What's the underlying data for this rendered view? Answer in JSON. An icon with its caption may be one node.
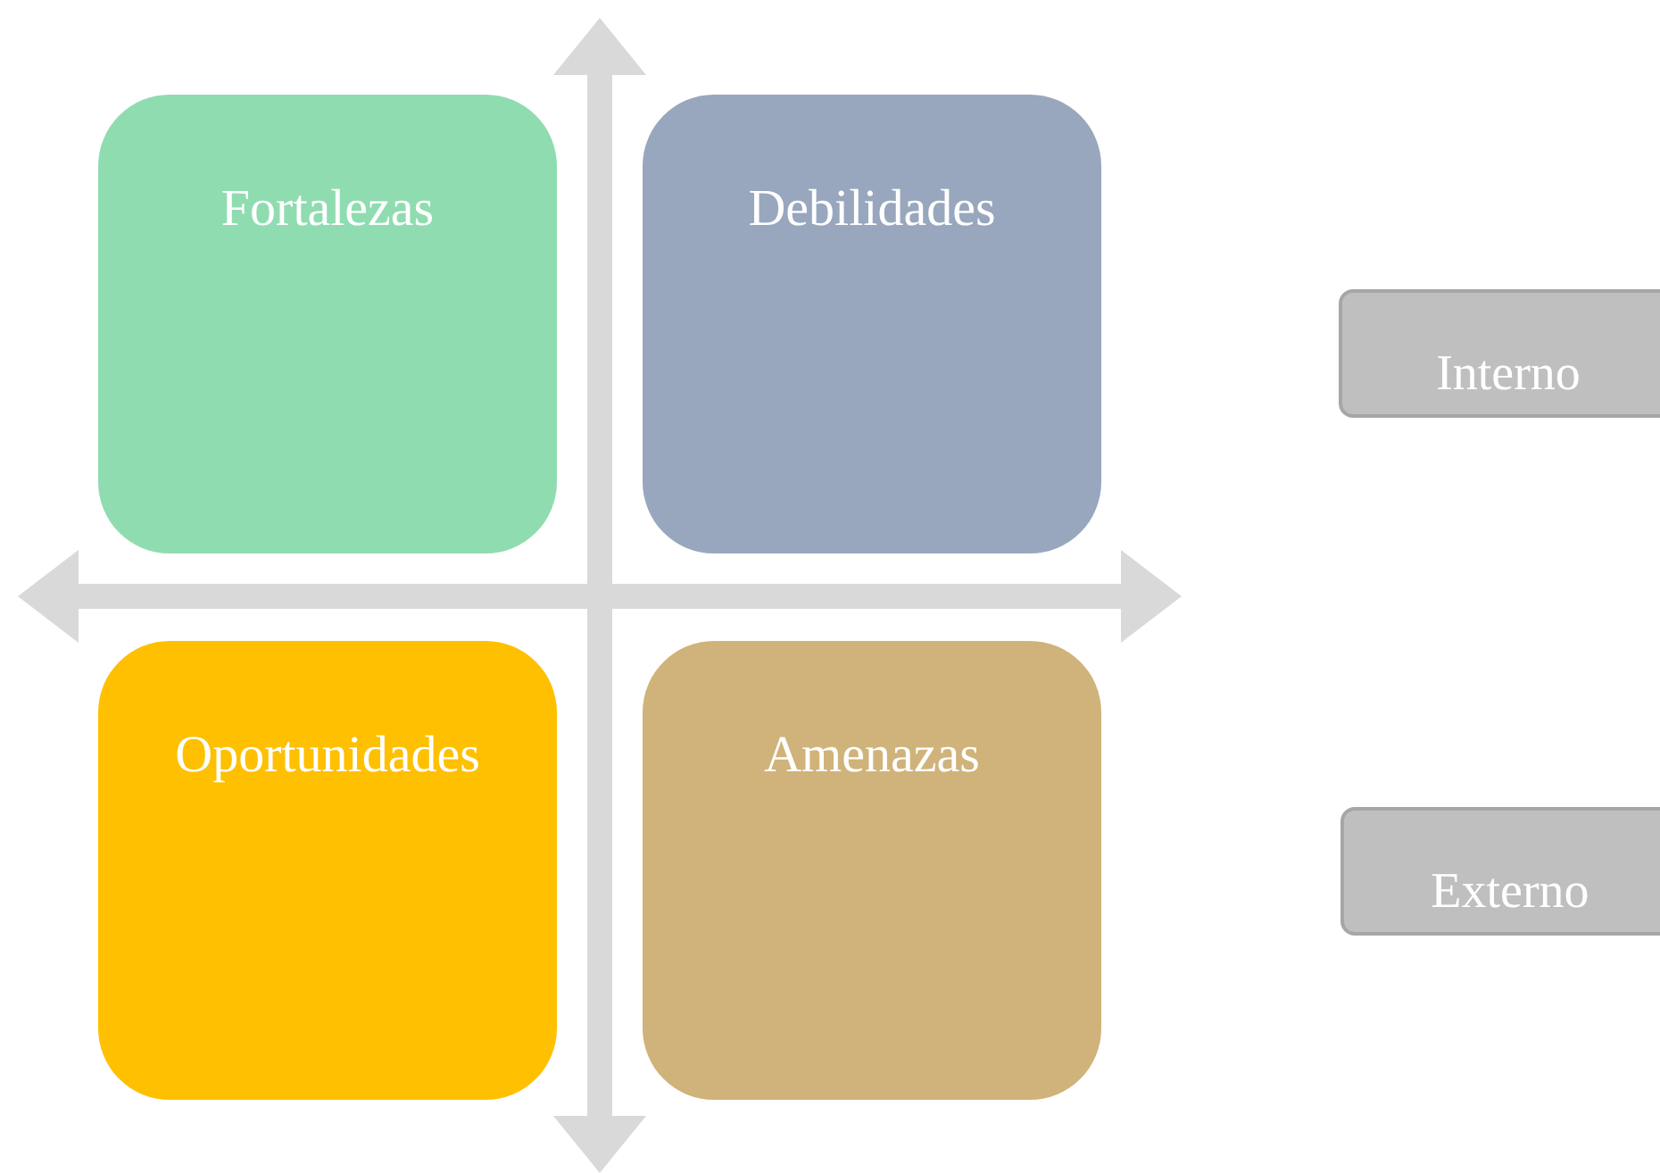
{
  "diagram": {
    "nodes": [
      {
        "text": [
          "Fortalezas"
        ]
      },
      {
        "text": [
          "Debilidades"
        ]
      },
      {
        "text": [
          "Oportunidades"
        ]
      },
      {
        "text": [
          "Amenazas"
        ]
      },
      {
        "text": [
          "Interno"
        ]
      },
      {
        "text": [
          "Externo"
        ]
      }
    ]
  }
}
